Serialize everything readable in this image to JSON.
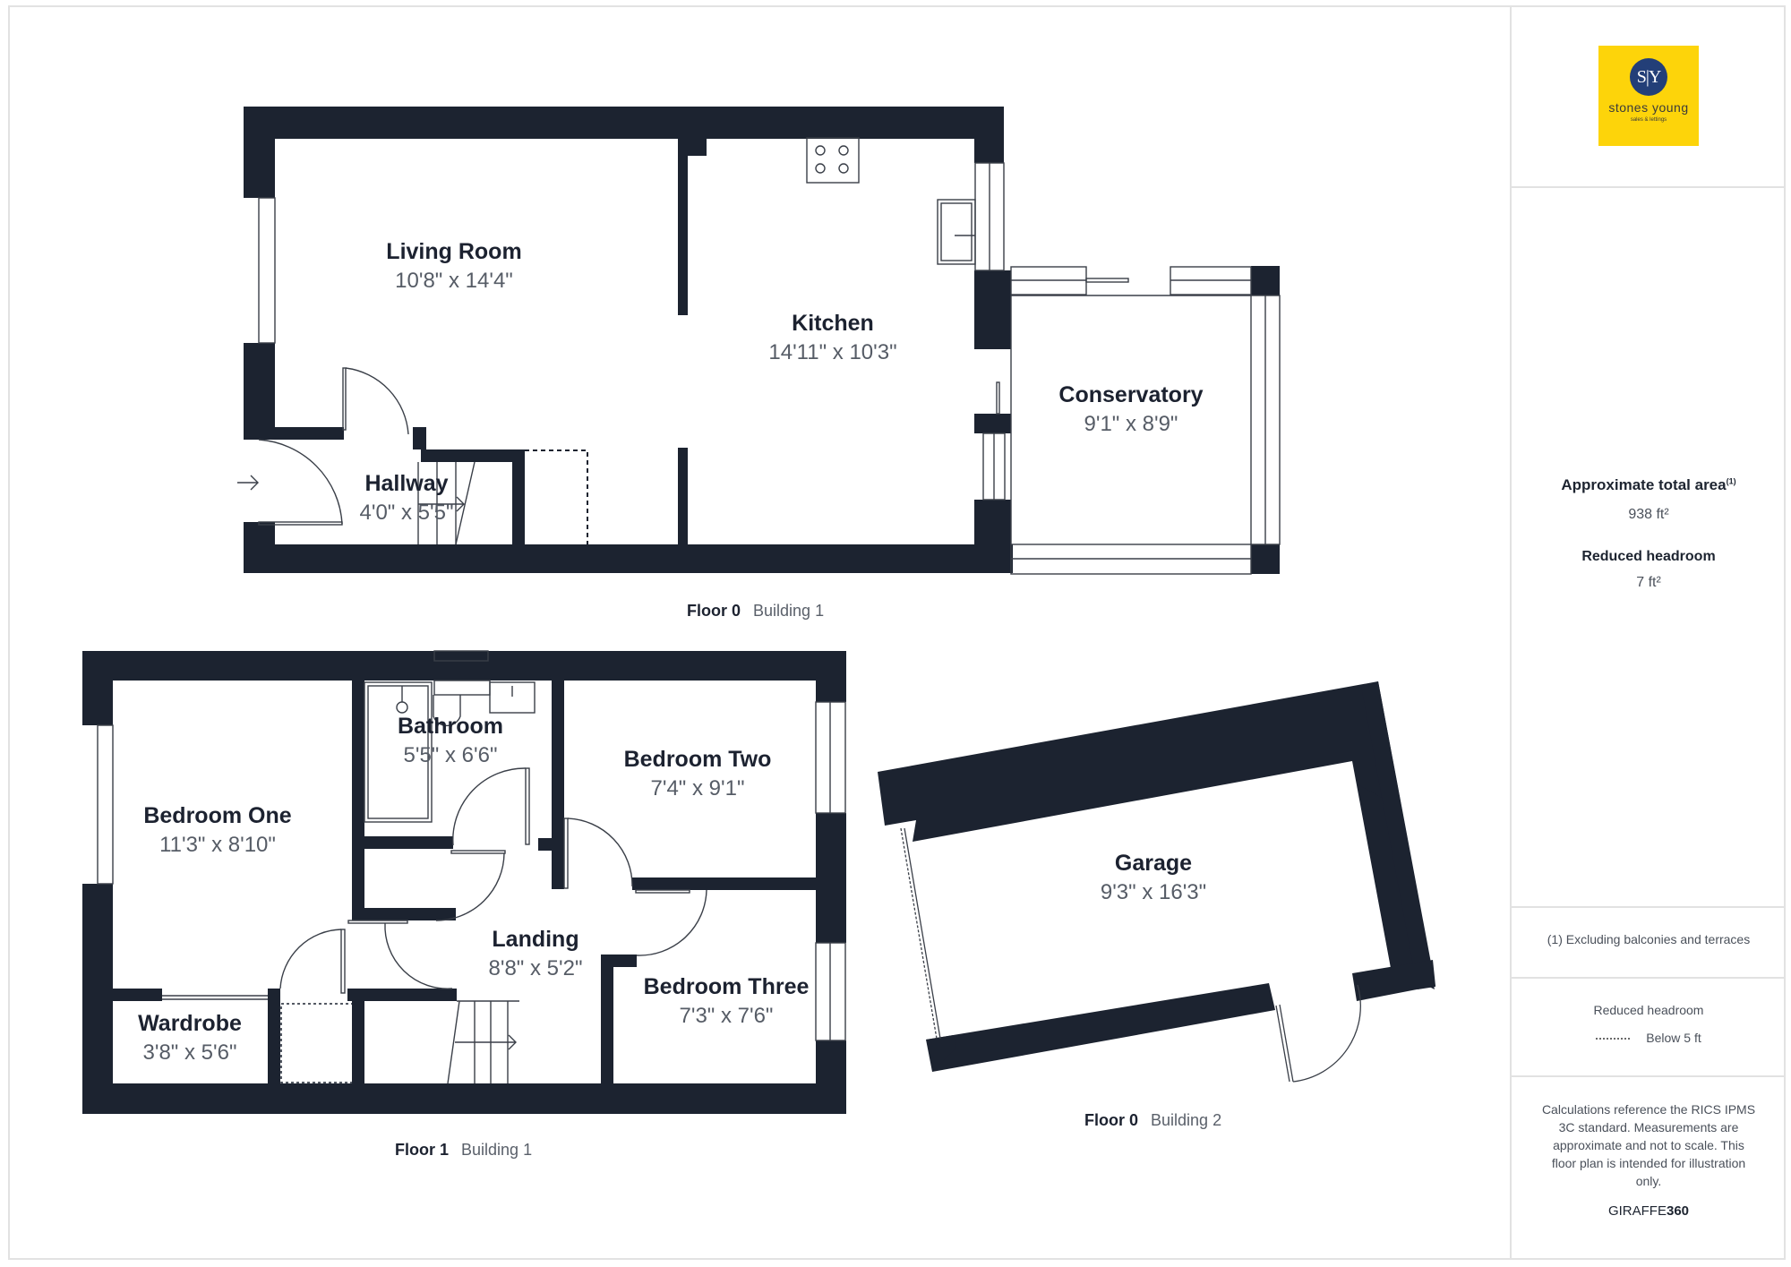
{
  "brand": {
    "logo_monogram": "S|Y",
    "logo_name": "stones young",
    "logo_tagline": "sales & lettings",
    "colors": {
      "logo_bg": "#fdd40a",
      "logo_circle": "#233f78",
      "wall": "#1c2330"
    }
  },
  "summary": {
    "total_area_label": "Approximate total area",
    "total_area_sup": "(1)",
    "total_area_value": "938 ft²",
    "reduced_headroom_label": "Reduced headroom",
    "reduced_headroom_value": "7 ft²"
  },
  "footnotes": {
    "note1": "(1) Excluding balconies and terraces",
    "legend_title": "Reduced headroom",
    "legend_item": "Below 5 ft",
    "disclaimer": "Calculations reference the RICS IPMS 3C standard. Measurements are approximate and not to scale. This floor plan is intended for illustration only.",
    "provider_light": "GIRAFFE",
    "provider_bold": "360"
  },
  "floors": [
    {
      "floor": "Floor 0",
      "building": "Building 1",
      "rooms": [
        {
          "name": "Living Room",
          "dims": "10'8\" x 14'4\""
        },
        {
          "name": "Kitchen",
          "dims": "14'11\" x 10'3\""
        },
        {
          "name": "Conservatory",
          "dims": "9'1\" x 8'9\""
        },
        {
          "name": "Hallway",
          "dims": "4'0\" x 5'5\""
        }
      ]
    },
    {
      "floor": "Floor 1",
      "building": "Building 1",
      "rooms": [
        {
          "name": "Bedroom One",
          "dims": "11'3\" x 8'10\""
        },
        {
          "name": "Bathroom",
          "dims": "5'5\" x 6'6\""
        },
        {
          "name": "Bedroom Two",
          "dims": "7'4\" x 9'1\""
        },
        {
          "name": "Landing",
          "dims": "8'8\" x 5'2\""
        },
        {
          "name": "Bedroom Three",
          "dims": "7'3\" x 7'6\""
        },
        {
          "name": "Wardrobe",
          "dims": "3'8\" x 5'6\""
        }
      ]
    },
    {
      "floor": "Floor 0",
      "building": "Building 2",
      "rooms": [
        {
          "name": "Garage",
          "dims": "9'3\" x 16'3\""
        }
      ]
    }
  ]
}
